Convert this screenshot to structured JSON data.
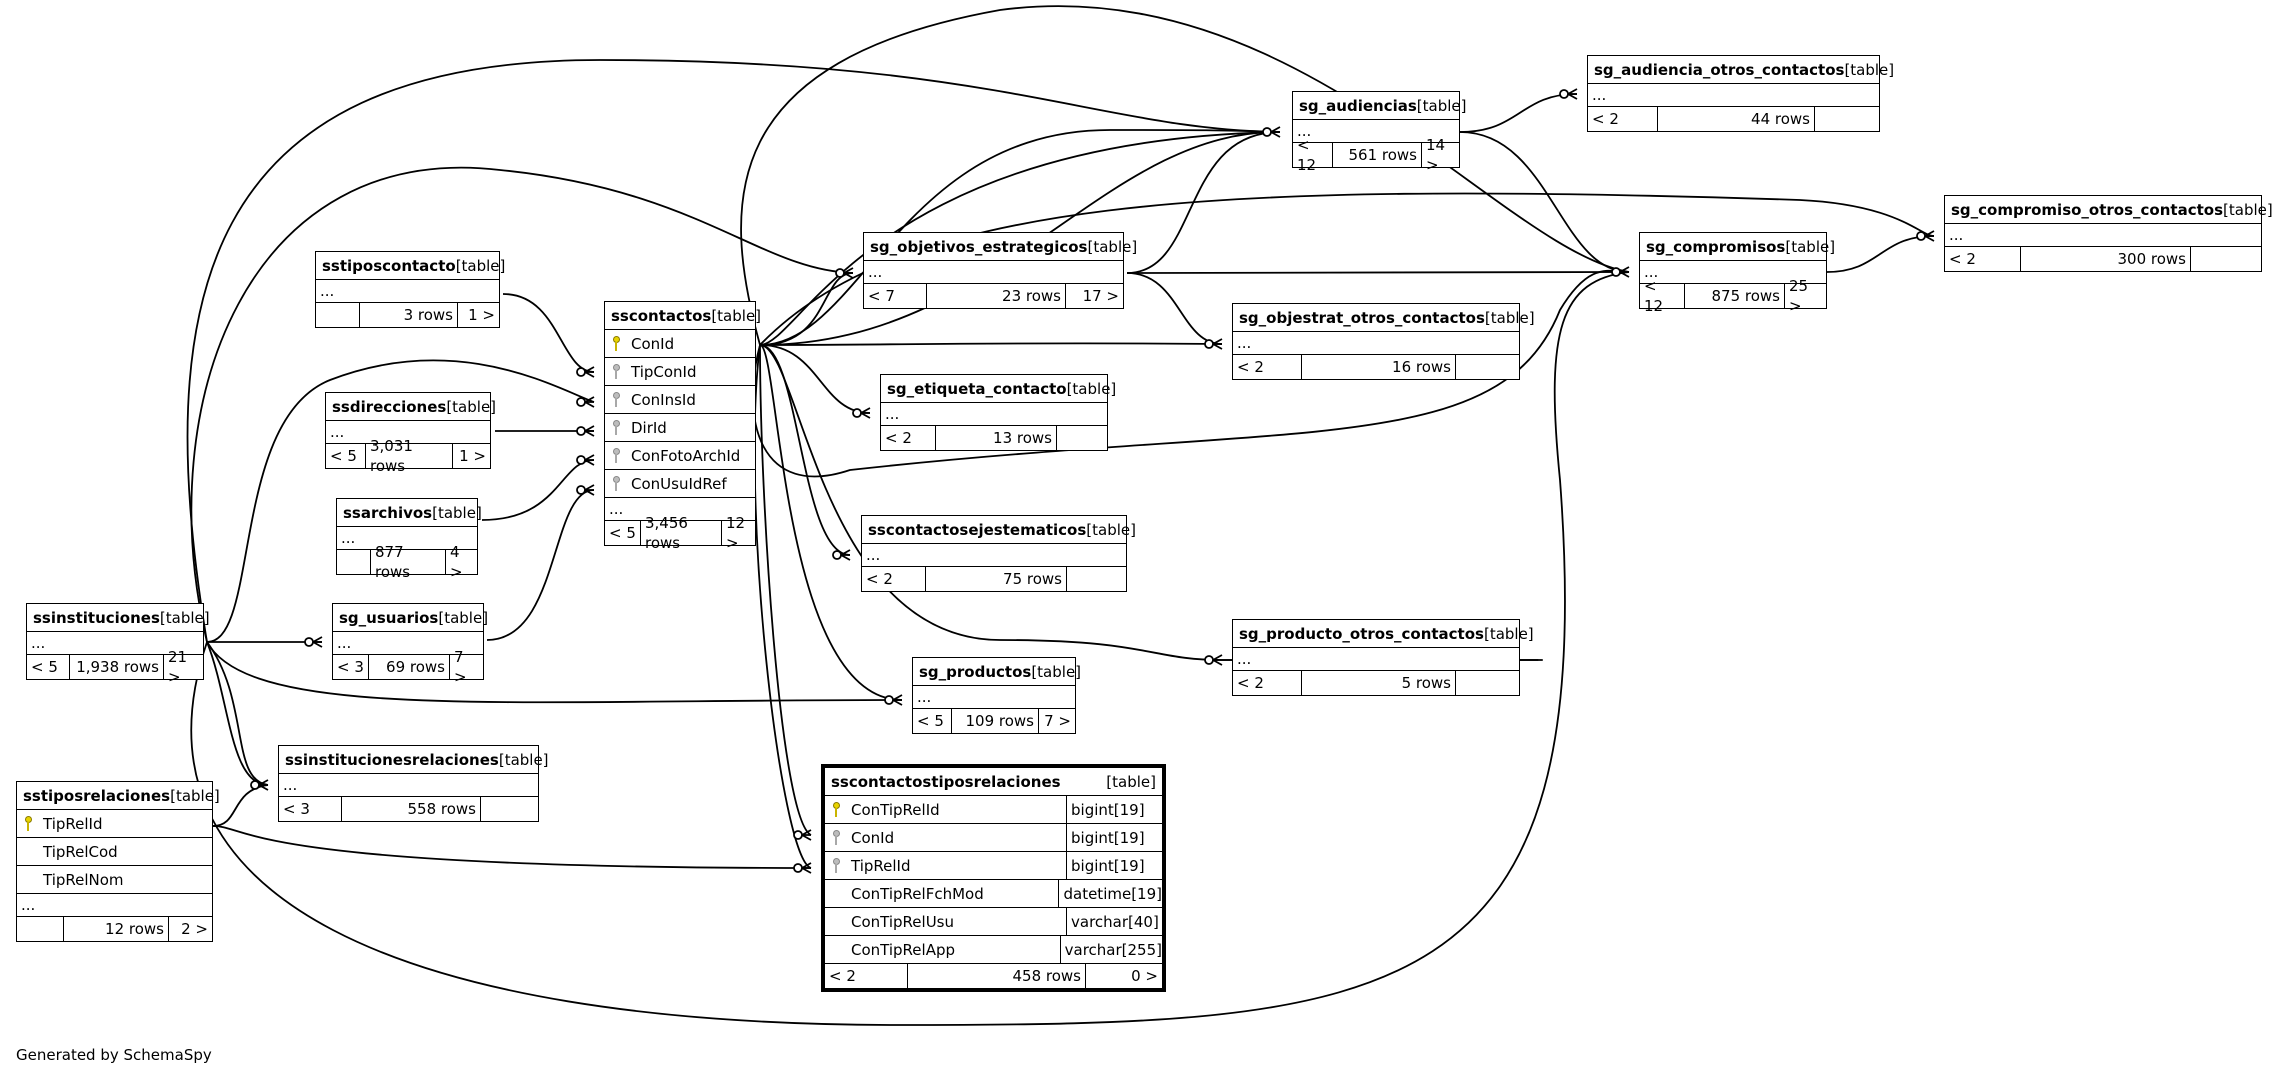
{
  "footer": "Generated by SchemaSpy",
  "tables": {
    "sg_audiencia_otros_contactos": {
      "name": "sg_audiencia_otros_contactos",
      "type": "[table]",
      "columns": [],
      "ellipsis": "...",
      "foot": [
        "< 2",
        "44 rows",
        ""
      ]
    },
    "sg_audiencias": {
      "name": "sg_audiencias",
      "type": "[table]",
      "columns": [],
      "ellipsis": "...",
      "foot": [
        "< 12",
        "561 rows",
        "14 >"
      ]
    },
    "sg_compromiso_otros_contactos": {
      "name": "sg_compromiso_otros_contactos",
      "type": "[table]",
      "columns": [],
      "ellipsis": "...",
      "foot": [
        "< 2",
        "300 rows",
        ""
      ]
    },
    "sg_compromisos": {
      "name": "sg_compromisos",
      "type": "[table]",
      "columns": [],
      "ellipsis": "...",
      "foot": [
        "< 12",
        "875 rows",
        "25 >"
      ]
    },
    "sg_objetivos_estrategicos": {
      "name": "sg_objetivos_estrategicos",
      "type": "[table]",
      "columns": [],
      "ellipsis": "...",
      "foot": [
        "< 7",
        "23 rows",
        "17 >"
      ]
    },
    "sg_objestrat_otros_contactos": {
      "name": "sg_objestrat_otros_contactos",
      "type": "[table]",
      "columns": [],
      "ellipsis": "...",
      "foot": [
        "< 2",
        "16 rows",
        ""
      ]
    },
    "sstiposcontacto": {
      "name": "sstiposcontacto",
      "type": "[table]",
      "columns": [],
      "ellipsis": "...",
      "foot": [
        "",
        "3 rows",
        "1 >"
      ]
    },
    "sscontactos": {
      "name": "sscontactos",
      "type": "[table]",
      "columns": [
        {
          "key": "pk",
          "name": "ConId"
        },
        {
          "key": "fk",
          "name": "TipConId"
        },
        {
          "key": "fk",
          "name": "ConInsId"
        },
        {
          "key": "fk",
          "name": "DirId"
        },
        {
          "key": "fk",
          "name": "ConFotoArchId"
        },
        {
          "key": "fk",
          "name": "ConUsuIdRef"
        }
      ],
      "ellipsis": "...",
      "foot": [
        "< 5",
        "3,456 rows",
        "12 >"
      ]
    },
    "sg_etiqueta_contacto": {
      "name": "sg_etiqueta_contacto",
      "type": "[table]",
      "columns": [],
      "ellipsis": "...",
      "foot": [
        "< 2",
        "13 rows",
        ""
      ]
    },
    "ssdirecciones": {
      "name": "ssdirecciones",
      "type": "[table]",
      "columns": [],
      "ellipsis": "...",
      "foot": [
        "< 5",
        "3,031 rows",
        "1 >"
      ]
    },
    "ssarchivos": {
      "name": "ssarchivos",
      "type": "[table]",
      "columns": [],
      "ellipsis": "...",
      "foot": [
        "",
        "877 rows",
        "4 >"
      ]
    },
    "sscontactosejestematicos": {
      "name": "sscontactosejestematicos",
      "type": "[table]",
      "columns": [],
      "ellipsis": "...",
      "foot": [
        "< 2",
        "75 rows",
        ""
      ]
    },
    "ssinstituciones": {
      "name": "ssinstituciones",
      "type": "[table]",
      "columns": [],
      "ellipsis": "...",
      "foot": [
        "< 5",
        "1,938 rows",
        "21 >"
      ]
    },
    "sg_usuarios": {
      "name": "sg_usuarios",
      "type": "[table]",
      "columns": [],
      "ellipsis": "...",
      "foot": [
        "< 3",
        "69 rows",
        "7 >"
      ]
    },
    "sg_producto_otros_contactos": {
      "name": "sg_producto_otros_contactos",
      "type": "[table]",
      "columns": [],
      "ellipsis": "...",
      "foot": [
        "< 2",
        "5 rows",
        ""
      ]
    },
    "sg_productos": {
      "name": "sg_productos",
      "type": "[table]",
      "columns": [],
      "ellipsis": "...",
      "foot": [
        "< 5",
        "109 rows",
        "7 >"
      ]
    },
    "ssinstitucionesrelaciones": {
      "name": "ssinstitucionesrelaciones",
      "type": "[table]",
      "columns": [],
      "ellipsis": "...",
      "foot": [
        "< 3",
        "558 rows",
        ""
      ]
    },
    "sstiposrelaciones": {
      "name": "sstiposrelaciones",
      "type": "[table]",
      "columns": [
        {
          "key": "pk",
          "name": "TipRelId"
        },
        {
          "key": "",
          "name": "TipRelCod"
        },
        {
          "key": "",
          "name": "TipRelNom"
        }
      ],
      "ellipsis": "...",
      "foot": [
        "",
        "12 rows",
        "2 >"
      ]
    },
    "sscontactostiposrelaciones": {
      "name": "sscontactostiposrelaciones",
      "type": "[table]",
      "columns": [
        {
          "key": "pk",
          "name": "ConTipRelId",
          "dtype": "bigint[19]"
        },
        {
          "key": "fk",
          "name": "ConId",
          "dtype": "bigint[19]"
        },
        {
          "key": "fk",
          "name": "TipRelId",
          "dtype": "bigint[19]"
        },
        {
          "key": "",
          "name": "ConTipRelFchMod",
          "dtype": "datetime[19]"
        },
        {
          "key": "",
          "name": "ConTipRelUsu",
          "dtype": "varchar[40]"
        },
        {
          "key": "",
          "name": "ConTipRelApp",
          "dtype": "varchar[255]"
        }
      ],
      "foot": [
        "< 2",
        "458 rows",
        "0 >"
      ]
    }
  }
}
